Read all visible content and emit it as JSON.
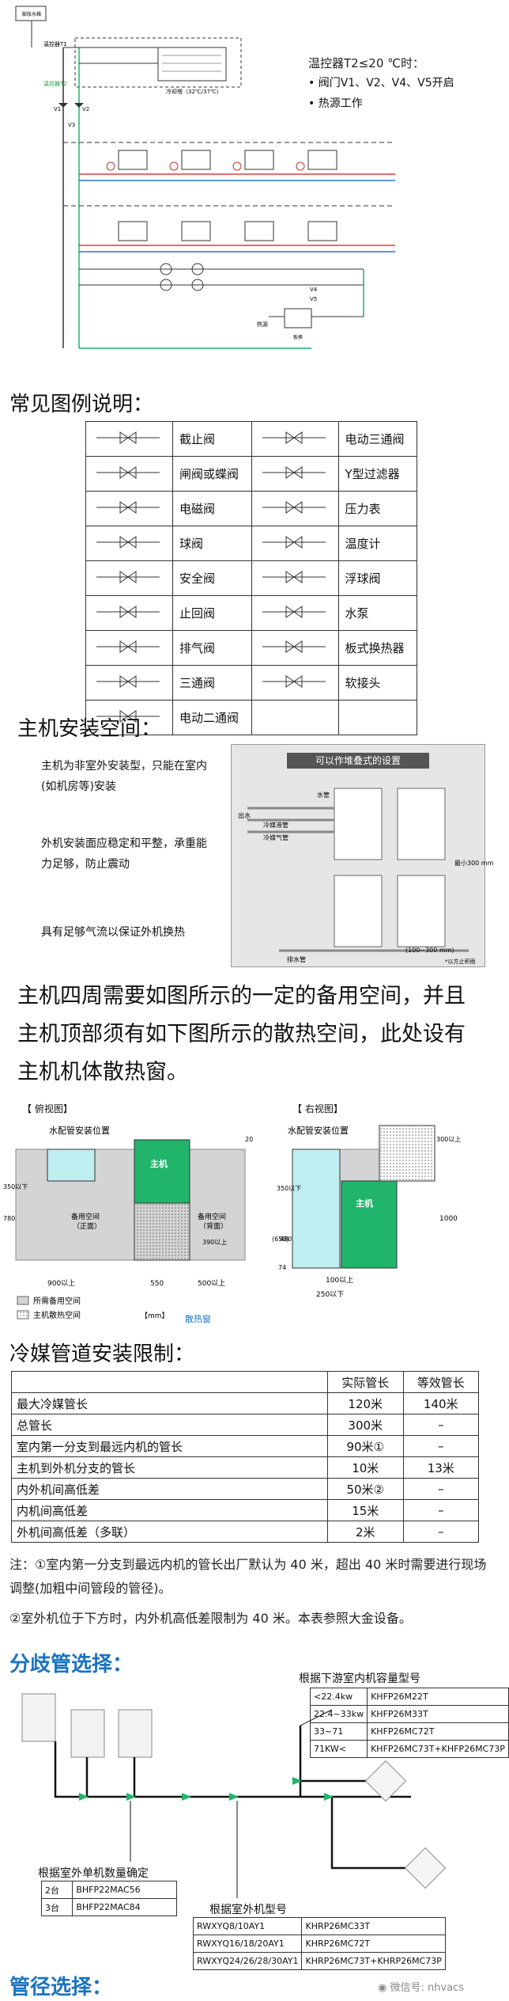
{
  "schematic": {
    "tank_label": "膨胀水箱",
    "temp_controller1": "温控器T1",
    "temp_controller2": "温控器T2",
    "cooling_tower": "冷却塔（32℃/37℃）",
    "heat_source": "热源",
    "heat_exchanger": "板换",
    "valve_labels": [
      "V1",
      "V2",
      "V3",
      "V4",
      "V5"
    ],
    "condition_title": "温控器T2≤20 ℃时：",
    "bullets": [
      "阀门V1、V2、V4、V5开启",
      "热源工作"
    ]
  },
  "legend": {
    "title": "常见图例说明：",
    "rows": [
      [
        "截止阀",
        "电动三通阀"
      ],
      [
        "闸阀或蝶阀",
        "Y型过滤器"
      ],
      [
        "电磁阀",
        "压力表"
      ],
      [
        "球阀",
        "温度计"
      ],
      [
        "安全阀",
        "浮球阀"
      ],
      [
        "止回阀",
        "水泵"
      ],
      [
        "排气阀",
        "板式换热器"
      ],
      [
        "三通阀",
        "软接头"
      ],
      [
        "电动二通阀",
        ""
      ]
    ]
  },
  "install": {
    "title": "主机安装空间：",
    "notes": [
      "主机为非室外安装型，只能在室内(如机房等)安装",
      "外机安装面应稳定和平整，承重能力足够，防止震动",
      "具有足够气流以保证外机换热"
    ],
    "diagram_title": "可以作堆叠式的设置",
    "labels": [
      "水管",
      "出水",
      "冷媒液管",
      "冷媒气管",
      "最小300 mm",
      "(100~300 mm)",
      "排水管",
      "*以方止积雨"
    ]
  },
  "space_intro": "主机四周需要如图所示的一定的备用空间，并且主机顶部须有如下图所示的散热空间，此处设有主机机体散热窗。",
  "views": {
    "top_title": "【 俯视图】",
    "side_title": "【 右视图】",
    "water_valve": "水配管安装位置",
    "host": "主机",
    "backup_front": "备用空间\n（正面）",
    "backup_back": "备用空间\n（背面）",
    "dims_top": [
      "350以下",
      "780",
      "390以上",
      "20",
      "900以上",
      "550",
      "500以上"
    ],
    "dims_side": [
      "350以下",
      "480",
      "(650)",
      "74",
      "100以上",
      "250以下",
      "300以上",
      "1000"
    ],
    "legend_need": "所需备用空间",
    "legend_heat": "主机散热空间",
    "unit": "【mm】",
    "vent": "散热窗"
  },
  "pipe_limits": {
    "title": "冷媒管道安装限制：",
    "headers": [
      "",
      "实际管长",
      "等效管长"
    ],
    "rows": [
      [
        "最大冷媒管长",
        "120米",
        "140米"
      ],
      [
        "总管长",
        "300米",
        "–"
      ],
      [
        "室内第一分支到最远内机的管长",
        "90米①",
        "–"
      ],
      [
        "主机到外机分支的管长",
        "10米",
        "13米"
      ],
      [
        "内外机间高低差",
        "50米②",
        "–"
      ],
      [
        "内机间高低差",
        "15米",
        "–"
      ],
      [
        "外机间高低差（多联）",
        "2米",
        "–"
      ]
    ],
    "note1": "注：①室内第一分支到最远内机的管长出厂默认为 40 米，超出 40 米时需要进行现场调整(加粗中间管段的管径)。",
    "note2": "②室外机位于下方时，内外机高低差限制为 40 米。本表参照大金设备。"
  },
  "branch": {
    "title": "分歧管选择：",
    "downstream_title": "根据下游室内机容量型号",
    "downstream": [
      [
        "<22.4kw",
        "KHFP26M22T"
      ],
      [
        "22.4~33kw",
        "KHFP26M33T"
      ],
      [
        "33~71",
        "KHFP26MC72T"
      ],
      [
        "71KW<",
        "KHFP26MC73T+KHFP26MC73P"
      ]
    ],
    "outdoor_count_title": "根据室外单机数量确定",
    "outdoor_count": [
      [
        "2台",
        "BHFP22MAC56"
      ],
      [
        "3台",
        "BHFP22MAC84"
      ]
    ],
    "outdoor_model_title": "根据室外机型号",
    "outdoor_model": [
      [
        "RWXYQ8/10AY1",
        "KHRP26MC33T"
      ],
      [
        "RWXYQ16/18/20AY1",
        "KHRP26MC72T"
      ],
      [
        "RWXYQ24/26/28/30AY1",
        "KHRP26MC73T+KHRP26MC73P"
      ]
    ]
  },
  "pipe_diameter_title": "管径选择：",
  "watermark": "微信号: nhvacs",
  "colors": {
    "accent_blue": "#1a73c0",
    "heat_green": "#21b46b",
    "cyan": "#bfeef0"
  }
}
